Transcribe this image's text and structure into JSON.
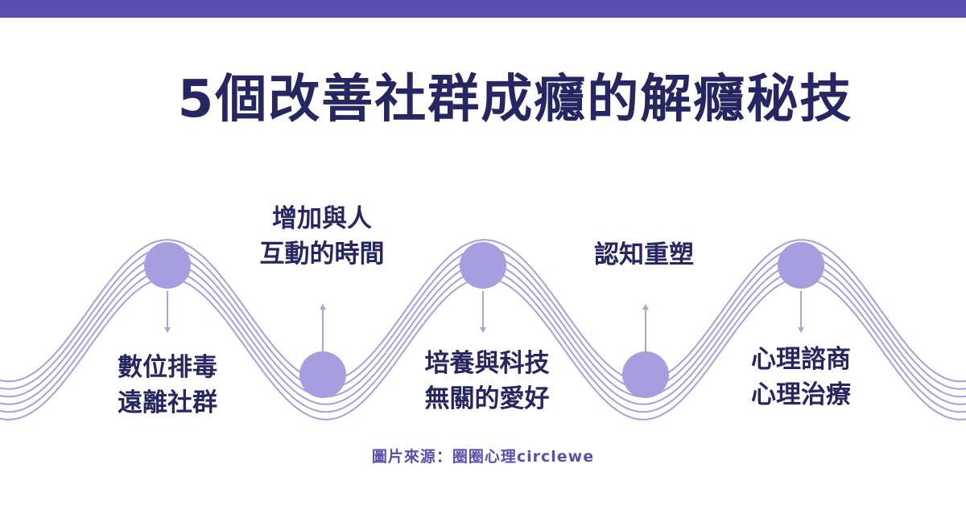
{
  "colors": {
    "brand_purple": "#5a4fb1",
    "title_navy": "#262662",
    "wave_line": "#a79ee0",
    "node_fill": "#a79ee0",
    "arrow": "#aaa4cf",
    "source_text": "#5a4fb1"
  },
  "title": "5個改善社群成癮的解癮秘技",
  "steps": [
    {
      "lines": [
        "數位排毒",
        "遠離社群"
      ]
    },
    {
      "lines": [
        "增加與人",
        "互動的時間"
      ]
    },
    {
      "lines": [
        "培養與科技",
        "無關的愛好"
      ]
    },
    {
      "lines": [
        "認知重塑"
      ]
    },
    {
      "lines": [
        "心理諮商",
        "心理治療"
      ]
    }
  ],
  "source": "圖片來源：圈圈心理circlewe"
}
